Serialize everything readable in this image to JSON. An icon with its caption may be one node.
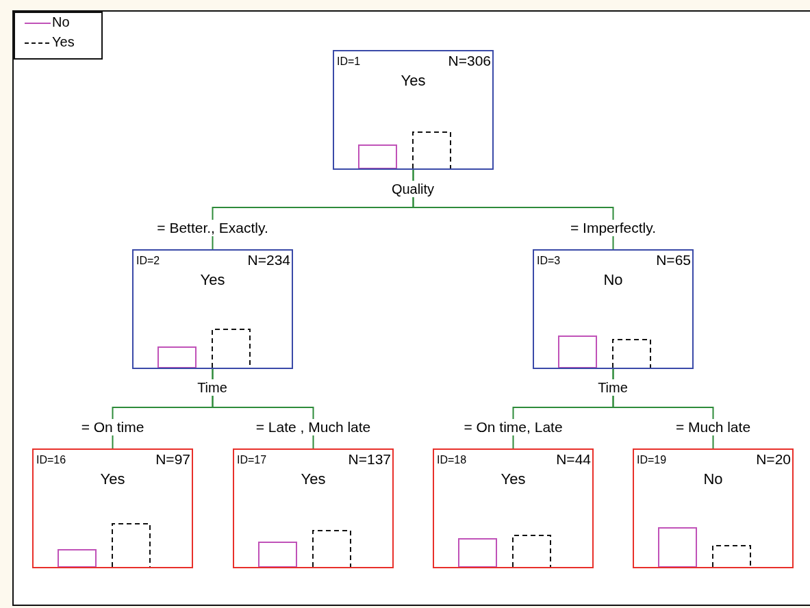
{
  "diagram": {
    "nodes": [
      {
        "text": [
          "ID=1",
          "N=306",
          "Yes"
        ]
      },
      {
        "text": [
          "ID=2",
          "N=234",
          "Yes"
        ]
      },
      {
        "text": [
          "ID=3",
          "N=65",
          "No"
        ]
      },
      {
        "text": [
          "ID=16",
          "N=97",
          "Yes"
        ]
      },
      {
        "text": [
          "ID=17",
          "N=137",
          "Yes"
        ]
      },
      {
        "text": [
          "ID=18",
          "N=44",
          "Yes"
        ]
      },
      {
        "text": [
          "ID=19",
          "N=20",
          "No"
        ]
      }
    ],
    "edges": [
      {
        "from": 0,
        "to": 1,
        "arrow": "none",
        "label": "= Better., Exactly."
      },
      {
        "from": 0,
        "to": 2,
        "arrow": "none",
        "label": "= Imperfectly."
      },
      {
        "from": 1,
        "to": 3,
        "arrow": "none",
        "label": "= On time"
      },
      {
        "from": 1,
        "to": 4,
        "arrow": "none",
        "label": "= Late , Much late"
      },
      {
        "from": 2,
        "to": 5,
        "arrow": "none",
        "label": "= On time, Late"
      },
      {
        "from": 2,
        "to": 6,
        "arrow": "none",
        "label": "= Much late"
      }
    ],
    "labels": [
      "Quality",
      "Time",
      "Time"
    ],
    "legend": [
      {
        "text": "No"
      },
      {
        "text": "Yes"
      }
    ]
  }
}
